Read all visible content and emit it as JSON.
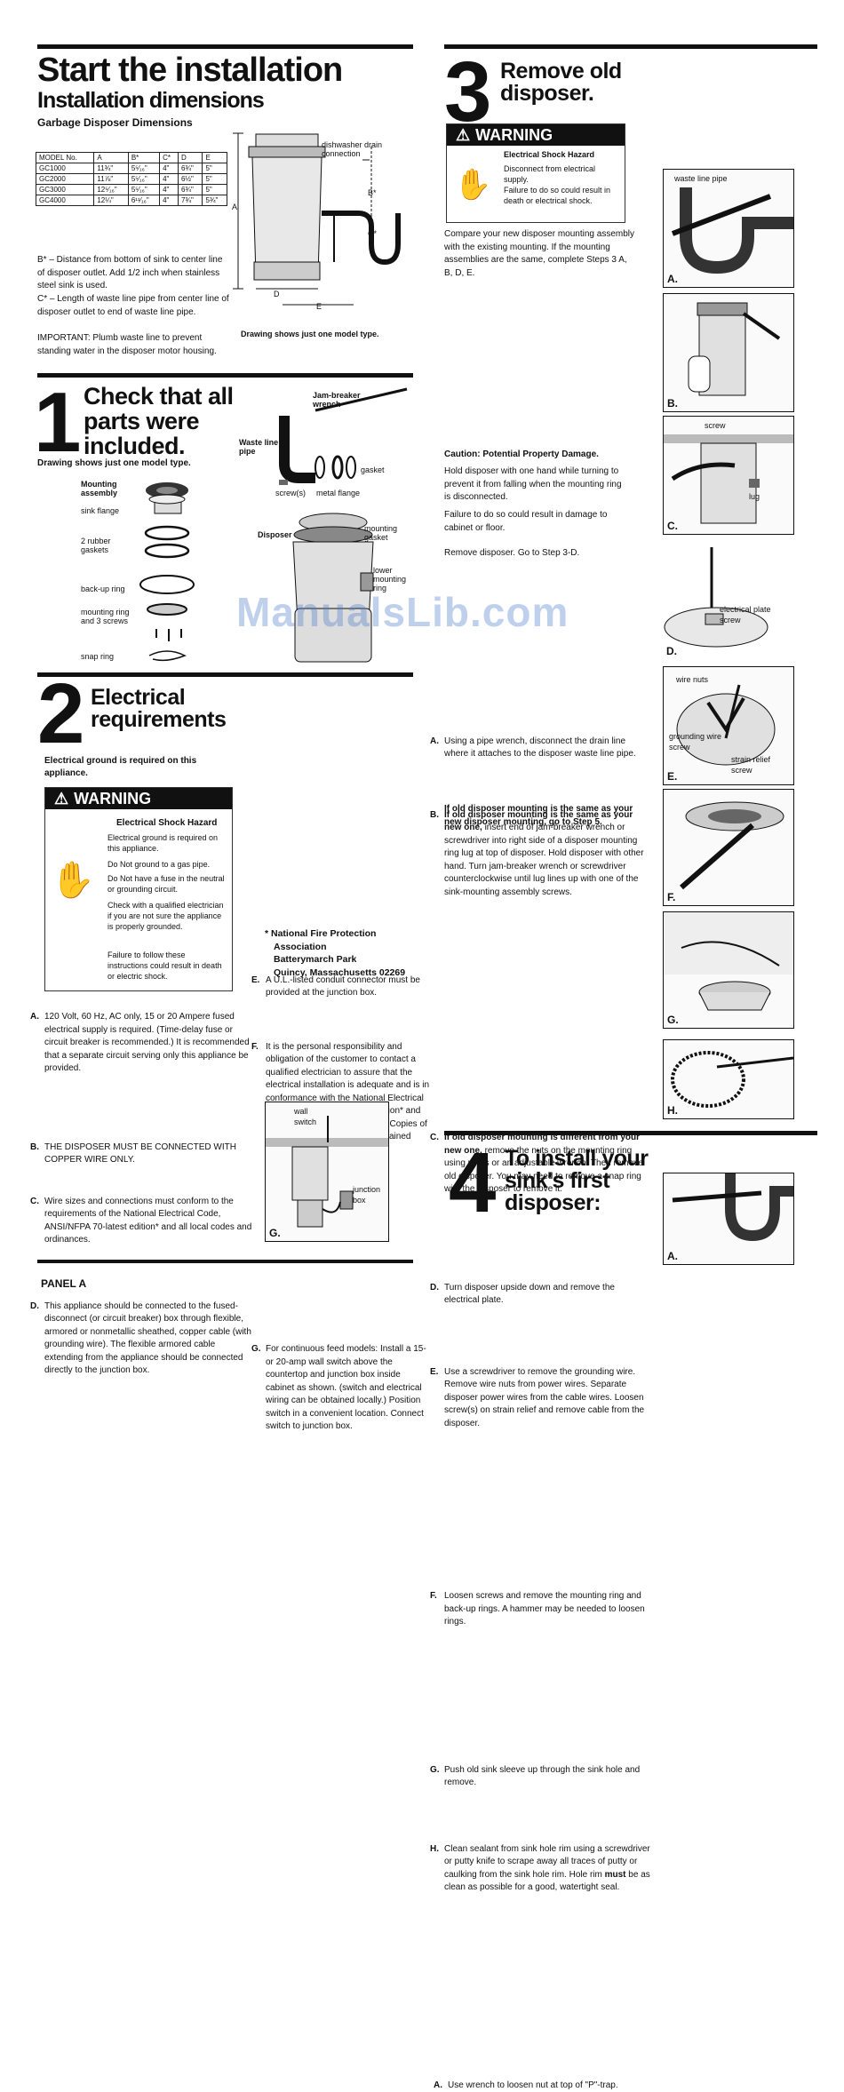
{
  "install": {
    "title": "Start the installation",
    "subtitle": "Installation dimensions",
    "table_title": "Garbage Disposer Dimensions",
    "table_headers": [
      "MODEL No.",
      "A",
      "B*",
      "C*",
      "D",
      "E"
    ],
    "table_rows": [
      [
        "GC1000",
        "11¾\"",
        "5⁵⁄₁₆\"",
        "4\"",
        "6¾\"",
        "5\""
      ],
      [
        "GC2000",
        "11⅞\"",
        "5⁵⁄₁₆\"",
        "4\"",
        "6½\"",
        "5\""
      ],
      [
        "GC3000",
        "12⁵⁄₁₆\"",
        "5⁵⁄₁₆\"",
        "4\"",
        "6¾\"",
        "5\""
      ],
      [
        "GC4000",
        "12¼\"",
        "6¹¹⁄₁₆\"",
        "4\"",
        "7¾\"",
        "5¾\""
      ]
    ],
    "diagram_labels": {
      "dishwasher": "dishwasher drain connection",
      "a": "A",
      "b": "B*",
      "c": "C*",
      "d": "D",
      "e": "E"
    },
    "notes": [
      "B* – Distance from bottom of sink to center line of disposer outlet. Add 1/2 inch when stainless steel sink is used.",
      "C* – Length of waste line pipe from center line of disposer outlet to end of waste line pipe.",
      "IMPORTANT: Plumb waste line to prevent standing water in the disposer motor housing."
    ],
    "drawing_note": "Drawing shows just one model type."
  },
  "step1": {
    "number": "1",
    "title": "Check that all parts were included.",
    "drawing_note": "Drawing shows just one model type.",
    "parts": [
      "Mounting assembly",
      "sink flange",
      "2 rubber gaskets",
      "back-up ring",
      "mounting ring and 3 screws",
      "snap ring"
    ],
    "labels": {
      "jam": "Jam-breaker wrench",
      "waste": "Waste line pipe",
      "gasket": "gasket",
      "screws": "screw(s)",
      "flange": "metal flange",
      "disposer": "Disposer",
      "mgasket": "mounting gasket",
      "lower": "lower mounting ring"
    }
  },
  "step2": {
    "number": "2",
    "title": "Electrical requirements",
    "ground_note": "Electrical ground is required on this appliance.",
    "warning_label": "WARNING",
    "hazard_title": "Electrical Shock Hazard",
    "hazard_lines": [
      "Electrical ground is required on this appliance.",
      "Do Not ground to a gas pipe.",
      "Do Not have a fuse in the neutral or grounding circuit.",
      "Check with a qualified electrician if you are not sure the appliance is properly grounded.",
      "Failure to follow these instructions could result in death or electric shock."
    ],
    "items_left": [
      {
        "letter": "A.",
        "text": "120 Volt, 60 Hz, AC only, 15 or 20 Ampere fused electrical supply is required. (Time-delay fuse or circuit breaker is recommended.) It is recommended that a separate circuit serving only this appliance be provided."
      },
      {
        "letter": "B.",
        "text": "THE DISPOSER MUST BE CONNECTED WITH COPPER WIRE ONLY."
      },
      {
        "letter": "C.",
        "text": "Wire sizes and connections must conform to the requirements of the National Electrical Code, ANSI/NFPA 70-latest edition* and all local codes and ordinances."
      },
      {
        "letter": "D.",
        "text": "This appliance should be connected to the fused-disconnect (or circuit breaker) box through flexible, armored or nonmetallic sheathed, copper cable (with grounding wire). The flexible armored cable extending from the appliance should be connected directly to the junction box."
      }
    ],
    "item_e": {
      "letter": "E.",
      "text": "A U.L.-listed conduit connector must be provided at the junction box."
    },
    "item_f": {
      "letter": "F.",
      "text": "It is the personal responsibility and obligation of the customer to contact a qualified electrician to assure that the electrical installation is adequate and is in conformance with the National Electrical Code ANSI/NFPA 70-latest edition* and all local codes and ordinances. Copies of the standards listed may be obtained from:"
    },
    "nfpa_lines": [
      "* National Fire Protection",
      "Association",
      "Batterymarch Park",
      "Quincy, Massachusetts 02269"
    ],
    "item_g": {
      "letter": "G.",
      "text": "For continuous feed models: Install a 15- or 20-amp wall switch above the countertop and junction box inside cabinet as shown. (switch and electrical wiring can be obtained locally.) Position switch in a convenient location. Connect switch to junction box."
    },
    "fig_labels": {
      "wall": "wall switch",
      "junction": "junction box",
      "letter": "G."
    }
  },
  "step3": {
    "number": "3",
    "title": "Remove old disposer.",
    "warning_label": "WARNING",
    "hazard_title": "Electrical Shock Hazard",
    "hazard_lines": [
      "Disconnect from electrical supply.",
      "Failure to do so could result in death or electrical shock."
    ],
    "intro": "Compare your new disposer mounting assembly with the existing mounting. If the mounting assemblies are the same, complete Steps 3 A, B, D, E.",
    "item_a": {
      "letter": "A.",
      "text": "Using a pipe wrench, disconnect the drain line where it attaches to the disposer waste line pipe."
    },
    "item_b": {
      "letter": "B.",
      "lead": "If old disposer mounting is the same as your new one,",
      "text": " insert end of jam-breaker wrench or screwdriver into right side of a disposer mounting ring lug at top of disposer. Hold disposer with other hand. Turn jam-breaker wrench or screwdriver counterclockwise until lug lines up with one of the sink-mounting assembly screws."
    },
    "caution_title": "Caution: Potential Property Damage.",
    "caution_text": "Hold disposer with one hand while turning to prevent it from falling when the mounting ring is disconnected.",
    "caution_text2": "Failure to do so could result in damage to cabinet or floor.",
    "remove_note": "Remove disposer. Go to Step 3-D.",
    "item_c": {
      "letter": "C.",
      "lead": "If old disposer mounting is different from your new one,",
      "text": " remove the nuts on the mounting ring using pliers or an adjustable wrench. Then remove old disposer. You may need to remove a snap ring with the disposer to remove it."
    },
    "item_d": {
      "letter": "D.",
      "text": "Turn disposer upside down and remove the electrical plate."
    },
    "item_e": {
      "letter": "E.",
      "text": "Use a screwdriver to remove the grounding wire. Remove wire nuts from power wires. Separate disposer power wires from the cable wires. Loosen screw(s) on strain relief and remove cable from the disposer."
    },
    "same_note": "If old disposer mounting is the same as your new disposer mounting, go to Step 5.",
    "item_f": {
      "letter": "F.",
      "text": "Loosen screws and remove the mounting ring and back-up rings. A hammer may be needed to loosen rings."
    },
    "item_g": {
      "letter": "G.",
      "text": "Push old sink sleeve up through the sink hole and remove."
    },
    "item_h": {
      "letter": "H.",
      "lead_plain": "Clean sealant from sink hole rim using a screwdriver or putty knife to scrape away all traces of putty or caulking from the sink hole rim. Hole rim ",
      "must": "must",
      "tail": " be as clean as possible for a good, watertight seal."
    },
    "fig_labels": {
      "a": "A.",
      "a_text": "waste line pipe",
      "b": "B.",
      "c": "C.",
      "c_screw": "screw",
      "c_lug": "lug",
      "d": "D.",
      "d_text": "electrical plate screw",
      "e": "E.",
      "e_nuts": "wire nuts",
      "e_ground": "grounding wire screw",
      "e_strain": "strain relief screw",
      "f": "F.",
      "g": "G.",
      "h": "H."
    }
  },
  "step4": {
    "number": "4",
    "title": "To install your sink's first disposer:",
    "item_a": {
      "letter": "A.",
      "text": "Use wrench to loosen nut at top of \"P\"-trap."
    },
    "fig_letter": "A."
  },
  "footer": {
    "panel": "PANEL A"
  },
  "watermark": "ManualsLib.com"
}
